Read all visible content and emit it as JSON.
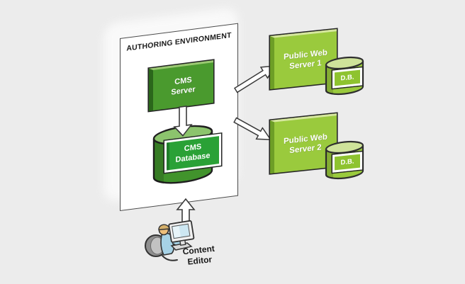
{
  "authoring": {
    "title": "AUTHORING ENVIRONMENT",
    "cms_server": {
      "line1": "CMS",
      "line2": "Server"
    },
    "cms_database": {
      "line1": "CMS",
      "line2": "Database"
    }
  },
  "web_servers": [
    {
      "line1": "Public Web",
      "line2": "Server 1",
      "db_label": "D.B."
    },
    {
      "line1": "Public Web",
      "line2": "Server 2",
      "db_label": "D.B."
    }
  ],
  "content_editor": {
    "line1": "Content",
    "line2": "Editor"
  },
  "colors": {
    "background": "#ececec",
    "card_fill": "#ffffff",
    "card_border": "#4a4a4a",
    "cms_face": "#4a9a2e",
    "cms_side": "#2b671b",
    "cms_highlight": "#9cc973",
    "cms_cylinder_body": "#41932c",
    "cms_cylinder_top": "#8cc46d",
    "cms_plate": "#2aa136",
    "web_face": "#9aca3d",
    "web_side": "#6d9e26",
    "web_highlight": "#d6e79f",
    "db_cylinder_body": "#9aca3d",
    "db_cylinder_top": "#cfe39a",
    "db_plate": "#8ec32f",
    "outline": "#262626",
    "arrow_fill": "#ffffff",
    "arrow_stroke": "#3a3a3a",
    "text_on_green": "#ffffff",
    "label_text": "#1a1a1a"
  }
}
